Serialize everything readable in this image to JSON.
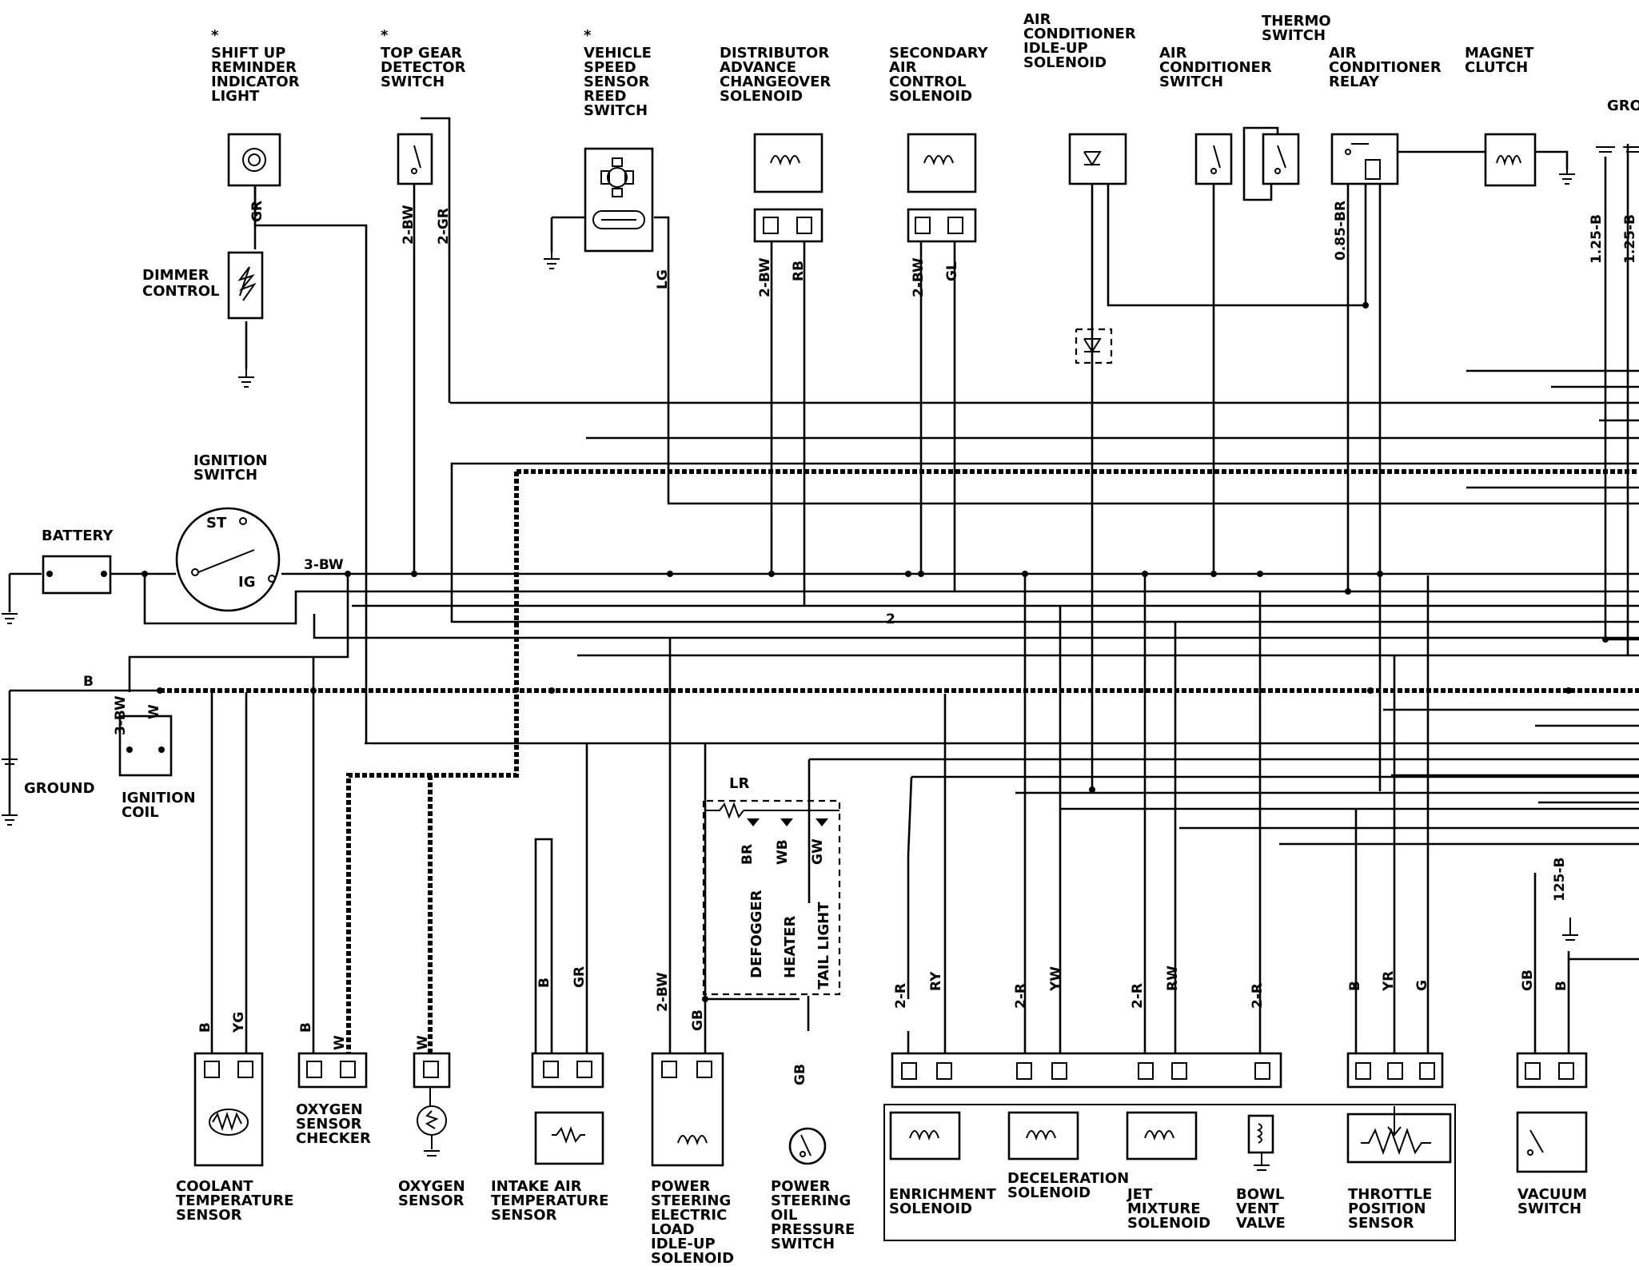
{
  "components": {
    "shift_up_reminder": {
      "asterisk": "*",
      "lines": [
        "SHIFT UP",
        "REMINDER",
        "INDICATOR",
        "LIGHT"
      ]
    },
    "top_gear_detector": {
      "asterisk": "*",
      "lines": [
        "TOP GEAR",
        "DETECTOR",
        "SWITCH"
      ]
    },
    "vehicle_speed_sensor": {
      "asterisk": "*",
      "lines": [
        "VEHICLE",
        "SPEED",
        "SENSOR",
        "REED",
        "SWITCH"
      ]
    },
    "distributor_advance": {
      "lines": [
        "DISTRIBUTOR",
        "ADVANCE",
        "CHANGEOVER",
        "SOLENOID"
      ]
    },
    "secondary_air": {
      "lines": [
        "SECONDARY",
        "AIR",
        "CONTROL",
        "SOLENOID"
      ]
    },
    "ac_idle_up": {
      "lines": [
        "AIR",
        "CONDITIONER",
        "IDLE-UP",
        "SOLENOID"
      ]
    },
    "thermo_switch": {
      "lines": [
        "THERMO",
        "SWITCH"
      ]
    },
    "ac_switch": {
      "lines": [
        "AIR",
        "CONDITIONER",
        "SWITCH"
      ]
    },
    "ac_relay": {
      "lines": [
        "AIR",
        "CONDITIONER",
        "RELAY"
      ]
    },
    "magnet_clutch": {
      "lines": [
        "MAGNET",
        "CLUTCH"
      ]
    },
    "ground_top": "GRO",
    "dimmer_control": {
      "lines": [
        "DIMMER",
        "CONTROL"
      ]
    },
    "ignition_switch": {
      "lines": [
        "IGNITION",
        "SWITCH"
      ],
      "st": "ST",
      "ig": "IG"
    },
    "battery": "BATTERY",
    "ground_left": "GROUND",
    "ignition_coil": {
      "lines": [
        "IGNITION",
        "COIL"
      ]
    },
    "coolant_temp_sensor": {
      "lines": [
        "COOLANT",
        "TEMPERATURE",
        "SENSOR"
      ]
    },
    "oxygen_sensor_checker": {
      "lines": [
        "OXYGEN",
        "SENSOR",
        "CHECKER"
      ]
    },
    "oxygen_sensor": {
      "lines": [
        "OXYGEN",
        "SENSOR"
      ]
    },
    "intake_air_temp_sensor": {
      "lines": [
        "INTAKE AIR",
        "TEMPERATURE",
        "SENSOR"
      ]
    },
    "ps_idle_up_solenoid": {
      "lines": [
        "POWER",
        "STEERING",
        "ELECTRIC",
        "LOAD",
        "IDLE-UP",
        "SOLENOID"
      ]
    },
    "ps_oil_pressure_switch": {
      "lines": [
        "POWER",
        "STEERING",
        "OIL",
        "PRESSURE",
        "SWITCH"
      ]
    },
    "enrichment_solenoid": {
      "lines": [
        "ENRICHMENT",
        "SOLENOID"
      ]
    },
    "deceleration_solenoid": {
      "lines": [
        "DECELERATION",
        "SOLENOID"
      ]
    },
    "jet_mixture_solenoid": {
      "lines": [
        "JET",
        "MIXTURE",
        "SOLENOID"
      ]
    },
    "bowl_vent_valve": {
      "lines": [
        "BOWL",
        "VENT",
        "VALVE"
      ]
    },
    "throttle_position_sensor": {
      "lines": [
        "THROTTLE",
        "POSITION",
        "SENSOR"
      ]
    },
    "vacuum_switch": {
      "lines": [
        "VACUUM",
        "SWITCH"
      ]
    },
    "loads": {
      "lr": "LR",
      "defogger": "DEFOGGER",
      "heater": "HEATER",
      "tail_light": "TAIL LIGHT"
    }
  },
  "wire_codes": {
    "gr": "GR",
    "bw_2a": "2-BW",
    "gr_2": "2-GR",
    "lg": "LG",
    "bw_2b": "2-BW",
    "rb": "RB",
    "bw_2c": "2-BW",
    "gl": "GL",
    "br_085": "0.85-BR",
    "b_125a": "1.25-B",
    "b_125b": "1.25-B",
    "bw_3": "3-BW",
    "b_main": "B",
    "bw_3b": "3-BW",
    "w_coil": "W",
    "b_cts": "B",
    "yg": "YG",
    "b_osc": "B",
    "w_osc": "W",
    "w_os": "W",
    "b_iat": "B",
    "gr_iat": "GR",
    "bw_2d": "2-BW",
    "gb_ps": "GB",
    "gb_sw": "GB",
    "br": "BR",
    "wb": "WB",
    "gw": "GW",
    "r_2a": "2-R",
    "ry": "RY",
    "r_2b": "2-R",
    "yw": "YW",
    "r_2c": "2-R",
    "rw": "RW",
    "r_2d": "2-R",
    "b_tps": "B",
    "yr": "YR",
    "g_tps": "G",
    "gb_vs": "GB",
    "b_vs": "B",
    "b_125c": "125-B",
    "mark2": "2"
  }
}
